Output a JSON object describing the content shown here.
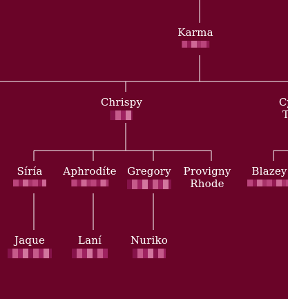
{
  "nodes": {
    "karma": "Karma",
    "chrispy": "Chrispy",
    "right_top_a": "Cy",
    "right_top_b": "T",
    "siria": "Síría",
    "aphrodite": "Aphrodíte",
    "gregory": "Gregory",
    "provigny_a": "Provigny",
    "provigny_b": "Rhode",
    "blazey": "Blazey",
    "jaque": "Jaque",
    "lani": "Laní",
    "nuriko": "Nuriko"
  },
  "colors": {
    "background": "#6a0428",
    "line": "#ffffff",
    "text": "#ffffff",
    "badge_accent": "#c8508a"
  }
}
